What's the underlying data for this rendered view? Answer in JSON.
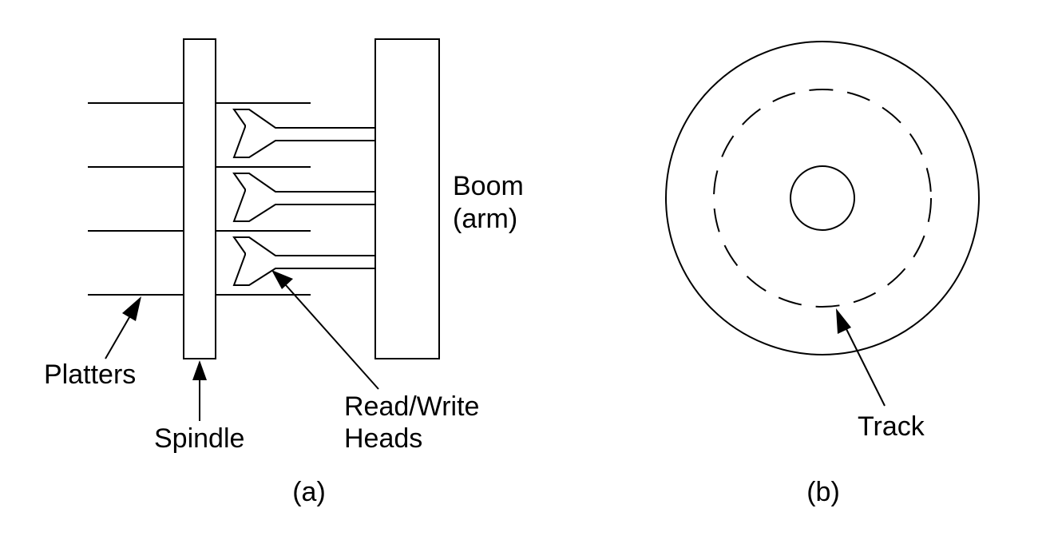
{
  "figure_a": {
    "label_platters": "Platters",
    "label_spindle": "Spindle",
    "label_heads_line1": "Read/Write",
    "label_heads_line2": "Heads",
    "label_boom_line1": "Boom",
    "label_boom_line2": "(arm)",
    "caption": "(a)"
  },
  "figure_b": {
    "label_track": "Track",
    "caption": "(b)"
  },
  "colors": {
    "stroke": "#000000",
    "background": "#ffffff"
  }
}
